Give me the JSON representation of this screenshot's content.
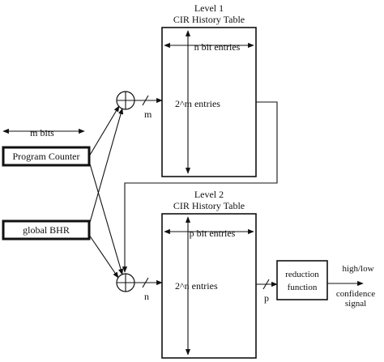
{
  "level1": {
    "level_label": "Level 1",
    "table_title": "CIR History Table",
    "width_label": "n bit entries",
    "depth_label": "2^m entries"
  },
  "level2": {
    "level_label": "Level 2",
    "table_title": "CIR History Table",
    "width_label": "p bit entries",
    "depth_label": "2^n entries"
  },
  "inputs": {
    "width_label": "m bits",
    "program_counter": "Program Counter",
    "global_bhr": "global BHR"
  },
  "buses": {
    "m": "m",
    "n": "n",
    "p": "p"
  },
  "reduction": {
    "line1": "reduction",
    "line2": "function"
  },
  "output": {
    "line1": "high/low",
    "line2": "confidence",
    "line3": "signal"
  }
}
